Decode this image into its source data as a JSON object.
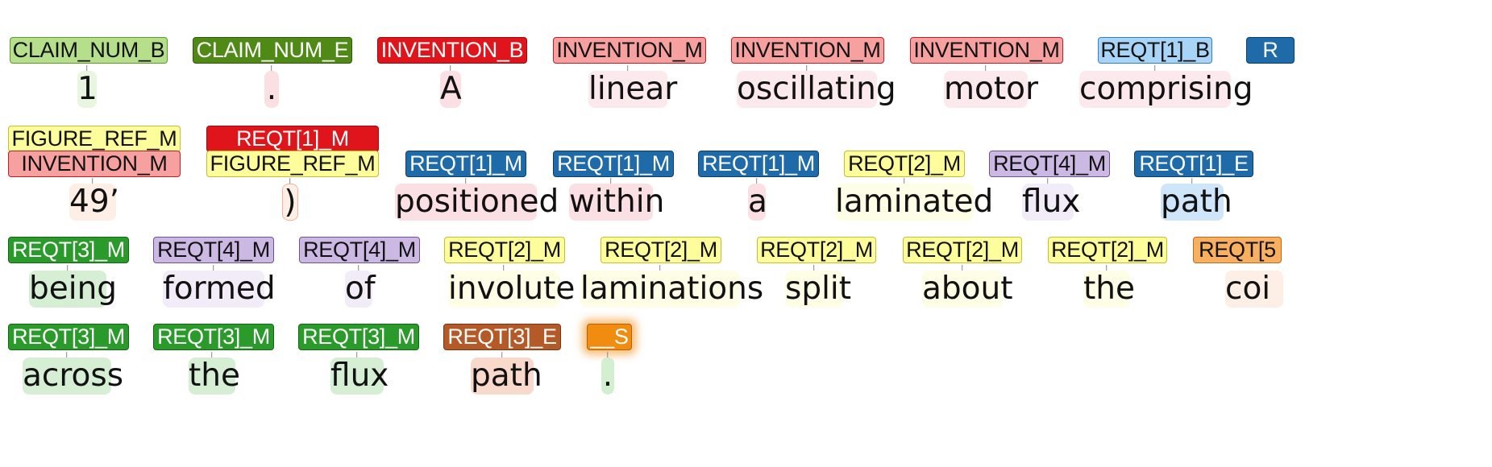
{
  "rows": [
    [
      {
        "tags": [
          "CLAIM_NUM_B"
        ],
        "word": "1"
      },
      {
        "tags": [
          "CLAIM_NUM_E"
        ],
        "word": "."
      },
      {
        "tags": [
          "INVENTION_B"
        ],
        "word": "A"
      },
      {
        "tags": [
          "INVENTION_M"
        ],
        "word": "linear"
      },
      {
        "tags": [
          "INVENTION_M"
        ],
        "word": "oscillating"
      },
      {
        "tags": [
          "INVENTION_M"
        ],
        "word": "motor"
      },
      {
        "tags": [
          "REQT[1]_B"
        ],
        "word": "comprising"
      },
      {
        "tags": [
          "R"
        ],
        "word": ""
      }
    ],
    [
      {
        "tags": [
          "FIGURE_REF_M",
          "INVENTION_M"
        ],
        "word": "49’"
      },
      {
        "tags": [
          "REQT[1]_M",
          "FIGURE_REF_M"
        ],
        "word": ")"
      },
      {
        "tags": [
          "REQT[1]_M"
        ],
        "word": "positioned"
      },
      {
        "tags": [
          "REQT[1]_M"
        ],
        "word": "within"
      },
      {
        "tags": [
          "REQT[1]_M"
        ],
        "word": "a"
      },
      {
        "tags": [
          "REQT[2]_M"
        ],
        "word": "laminated"
      },
      {
        "tags": [
          "REQT[4]_M"
        ],
        "word": "flux"
      },
      {
        "tags": [
          "REQT[1]_E"
        ],
        "word": "path"
      }
    ],
    [
      {
        "tags": [
          "REQT[3]_M"
        ],
        "word": "being"
      },
      {
        "tags": [
          "REQT[4]_M"
        ],
        "word": "formed"
      },
      {
        "tags": [
          "REQT[4]_M"
        ],
        "word": "of"
      },
      {
        "tags": [
          "REQT[2]_M"
        ],
        "word": "involute"
      },
      {
        "tags": [
          "REQT[2]_M"
        ],
        "word": "laminations"
      },
      {
        "tags": [
          "REQT[2]_M"
        ],
        "word": "split"
      },
      {
        "tags": [
          "REQT[2]_M"
        ],
        "word": "about"
      },
      {
        "tags": [
          "REQT[2]_M"
        ],
        "word": "the"
      },
      {
        "tags": [
          "REQT[5"
        ],
        "word": "coi"
      }
    ],
    [
      {
        "tags": [
          "REQT[3]_M"
        ],
        "word": "across"
      },
      {
        "tags": [
          "REQT[3]_M"
        ],
        "word": "the"
      },
      {
        "tags": [
          "REQT[3]_M"
        ],
        "word": "flux"
      },
      {
        "tags": [
          "REQT[3]_E"
        ],
        "word": "path"
      },
      {
        "tags": [
          "__S"
        ],
        "word": "."
      }
    ]
  ],
  "styles": {
    "tag_colors": {
      "CLAIM_NUM_B": "#b6df8c",
      "CLAIM_NUM_E": "#4f8a16",
      "INVENTION_B": "#e0151b",
      "INVENTION_M": "#f7a0a0",
      "FIGURE_REF_M": "#fdfd9c",
      "REQT[1]_B": "#a8d5f7",
      "REQT[1]_M": "#1f6aa8",
      "REQT[1]_E": "#1f6aa8",
      "REQT[2]_M": "#fdfd9c",
      "REQT[3]_M": "#2a9a2a",
      "REQT[3]_E": "#b35a28",
      "REQT[4]_M": "#cbb8e3",
      "REQT[5]": "#f8b060",
      "__S": "#f08c10"
    }
  }
}
